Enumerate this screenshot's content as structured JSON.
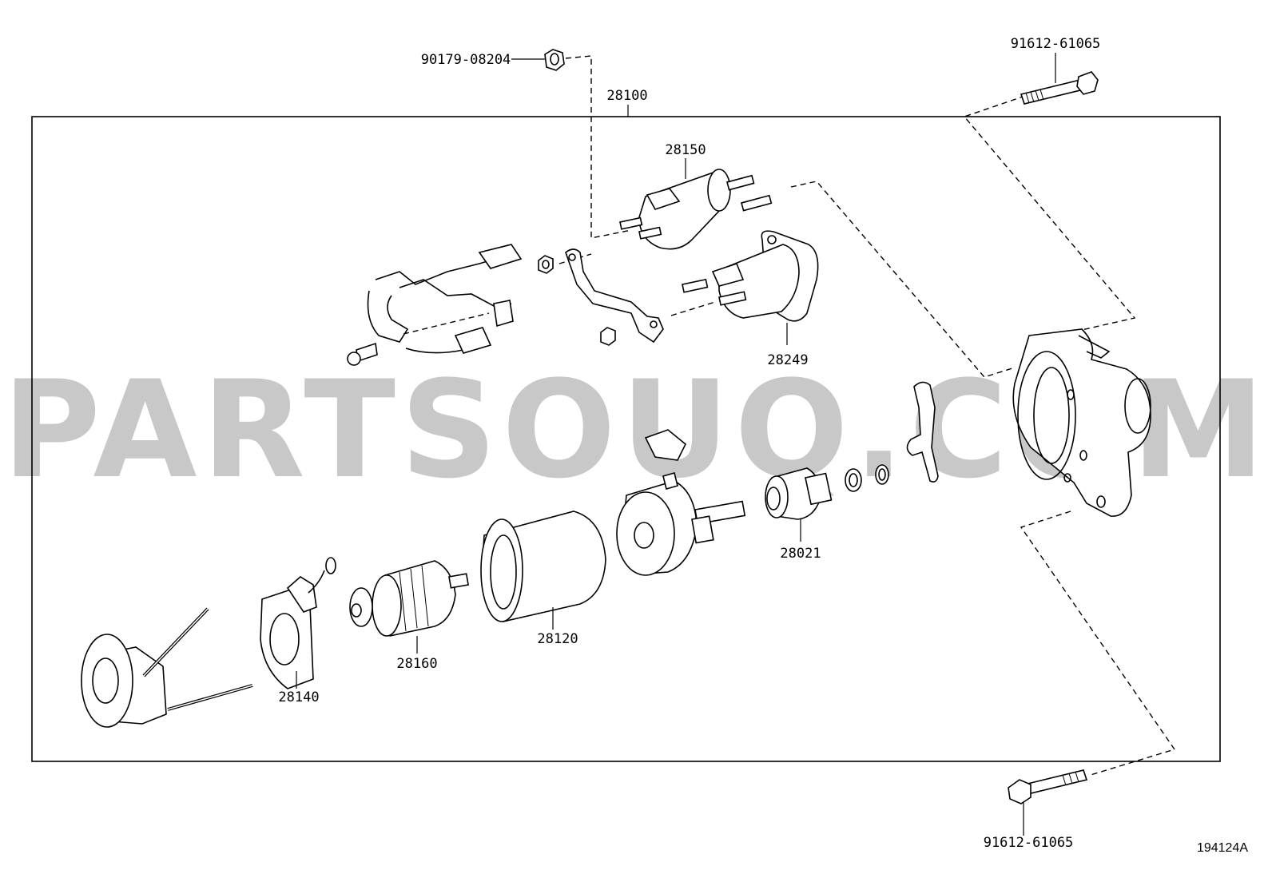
{
  "watermark": "PARTSOUQ.COM",
  "figure_code": "194124A",
  "assembly": {
    "number": "28100"
  },
  "callouts": [
    {
      "id": "nut",
      "number": "90179-08204"
    },
    {
      "id": "bolt-top",
      "number": "91612-61065"
    },
    {
      "id": "bolt-bottom",
      "number": "91612-61065"
    },
    {
      "id": "solenoid",
      "number": "28150"
    },
    {
      "id": "solenoid-cover",
      "number": "28249"
    },
    {
      "id": "clutch",
      "number": "28021"
    },
    {
      "id": "yoke",
      "number": "28120"
    },
    {
      "id": "armature",
      "number": "28160"
    },
    {
      "id": "brush-holder",
      "number": "28140"
    }
  ]
}
